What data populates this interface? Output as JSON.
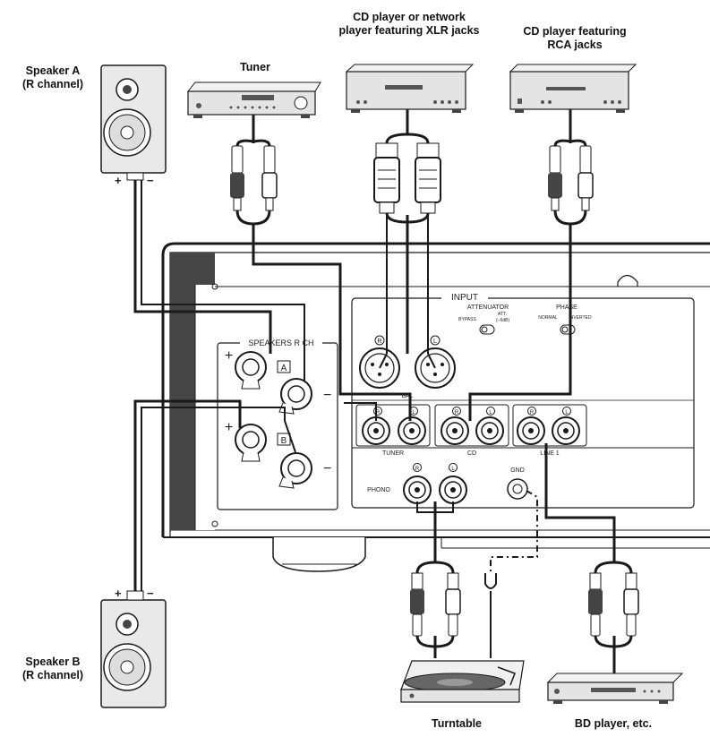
{
  "labels": {
    "speaker_a": "Speaker A\n(R channel)",
    "speaker_b": "Speaker B\n(R channel)",
    "tuner": "Tuner",
    "cd_xlr": "CD player or network\nplayer featuring XLR jacks",
    "cd_rca": "CD player featuring\nRCA jacks",
    "turntable": "Turntable",
    "bd_player": "BD player, etc."
  },
  "panel": {
    "input": "INPUT",
    "attenuator": "ATTENUATOR",
    "bypass": "BYPASS",
    "att": "ATT.",
    "att_db": "(−6dB)",
    "phase": "PHASE",
    "normal": "NORMAL",
    "inverted": "INVERTED",
    "speakers": "SPEAKERS R CH",
    "bal": "BAL",
    "tuner": "TUNER",
    "cd": "CD",
    "line1": "LINE 1",
    "phono": "PHONO",
    "gnd": "GND",
    "r": "R",
    "l": "L",
    "a": "A",
    "b": "B",
    "plus": "+",
    "minus": "−"
  },
  "colors": {
    "line": "#1a1a1a",
    "device": "#e4e4e4",
    "dark": "#444444"
  }
}
